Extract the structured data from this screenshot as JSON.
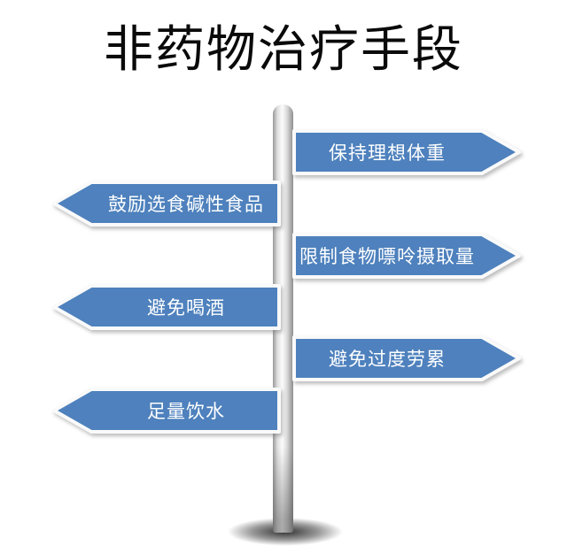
{
  "title": {
    "text": "非药物治疗手段"
  },
  "signs": [
    {
      "label": "保持理想体重",
      "direction": "right"
    },
    {
      "label": "鼓励选食碱性食品",
      "direction": "left"
    },
    {
      "label": "限制食物嘌呤摄取量",
      "direction": "right"
    },
    {
      "label": "避免喝酒",
      "direction": "left"
    },
    {
      "label": "避免过度劳累",
      "direction": "right"
    },
    {
      "label": "足量饮水",
      "direction": "left"
    }
  ],
  "colors": {
    "arrow_fill": "#4e81bd",
    "arrow_border": "#fafafa",
    "label_text": "#ffffff",
    "title_text": "#0a0a0a",
    "pole_light": "#fcfcfc",
    "pole_dark": "#8f8f8f",
    "base_shadow": "#202020"
  }
}
